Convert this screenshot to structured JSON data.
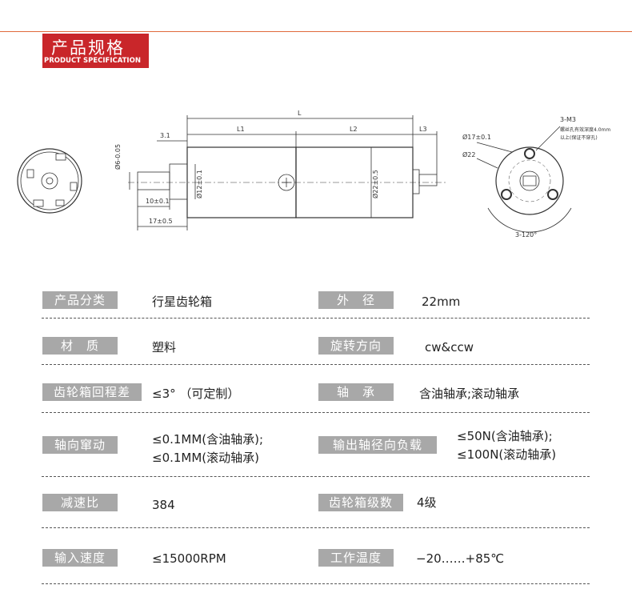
{
  "header": {
    "title_zh": "产品规格",
    "title_en": "PRODUCT SPECIFICATION"
  },
  "drawing": {
    "dims": {
      "L": "L",
      "L1": "L1",
      "L2": "L2",
      "L3": "L3",
      "d31": "3.1",
      "d6": "Ø6-0.05",
      "d12": "Ø12±0.1",
      "d22": "Ø22±0.5",
      "d10": "10±0.1",
      "d17": "17±0.5",
      "end_d17": "Ø17±0.1",
      "end_d22": "Ø22",
      "m3": "3-M3",
      "m3_note1": "螺丝孔有效深度4.0mm",
      "m3_note2": "以上(保证不穿孔)",
      "angle": "3-120°"
    }
  },
  "specs": [
    {
      "left_label": "产品分类",
      "left_value": "行星齿轮箱",
      "right_label": "外　径",
      "right_value": "22mm"
    },
    {
      "left_label": "材　质",
      "left_value": "塑料",
      "right_label": "旋转方向",
      "right_value": "cw&ccw"
    },
    {
      "left_label": "齿轮箱回程差",
      "left_value": "≤3°  （可定制）",
      "right_label": "轴　承",
      "right_value": "含油轴承;滚动轴承"
    },
    {
      "left_label": "轴向窜动",
      "left_value": "≤0.1MM(含油轴承);",
      "left_value2": "≤0.1MM(滚动轴承)",
      "right_label": "输出轴径向负载",
      "right_value": "≤50N(含油轴承);",
      "right_value2": "≤100N(滚动轴承)"
    },
    {
      "left_label": "减速比",
      "left_value": "384",
      "right_label": "齿轮箱级数",
      "right_value": "4级"
    },
    {
      "left_label": "输入速度",
      "left_value": "≤15000RPM",
      "right_label": "工作温度",
      "right_value": "−20……+85℃"
    }
  ]
}
